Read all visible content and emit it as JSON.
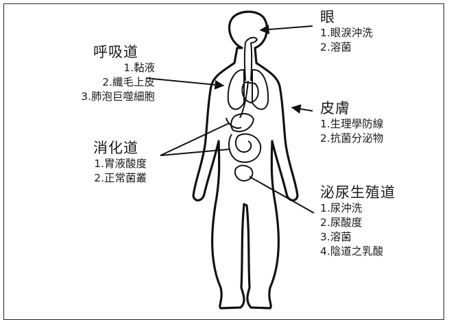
{
  "diagram": {
    "groups": [
      {
        "id": "eye",
        "heading": "眼",
        "items": [
          "1.眼淚沖洗",
          "2.溶菌"
        ]
      },
      {
        "id": "respiratory",
        "heading": "呼吸道",
        "items": [
          "1.黏液",
          "2.纖毛上皮",
          "3.肺泡巨噬細胞"
        ]
      },
      {
        "id": "skin",
        "heading": "皮膚",
        "items": [
          "1.生理學防線",
          "2.抗菌分泌物"
        ]
      },
      {
        "id": "digestive",
        "heading": "消化道",
        "items": [
          "1.胃液酸度",
          "2.正常菌叢"
        ]
      },
      {
        "id": "urogenital",
        "heading": "泌尿生殖道",
        "items": [
          "1.尿沖洗",
          "2.尿酸度",
          "3.溶菌",
          "4.陰道之乳酸"
        ]
      }
    ]
  }
}
